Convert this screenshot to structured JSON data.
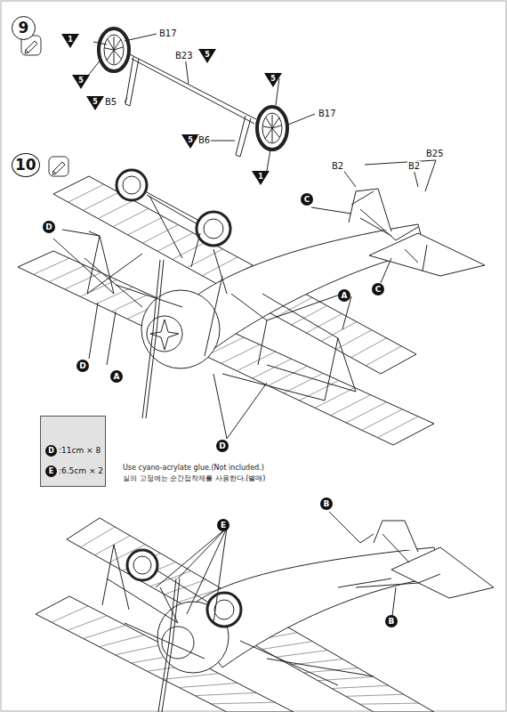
{
  "diagram": {
    "nodes": [
      {
        "text": [
          "9"
        ]
      },
      {
        "text": [
          "10"
        ]
      },
      {
        "text": [
          "D",
          ":11cm × 8",
          "E",
          ":6.5cm × 2"
        ]
      }
    ],
    "labels": [
      "1",
      "5",
      "B17",
      "B23",
      "5",
      "5",
      "B5",
      "5",
      "B6",
      "5",
      "B17",
      "1",
      "D",
      "B25",
      "B2",
      "B2",
      "C",
      "A",
      "C",
      "D",
      "A",
      "D",
      "Use cyano-acrylate glue.(Not included.)",
      "실의 고정에는 순간접착제를 사용한다.(별매)",
      "B",
      "E",
      "B"
    ]
  }
}
